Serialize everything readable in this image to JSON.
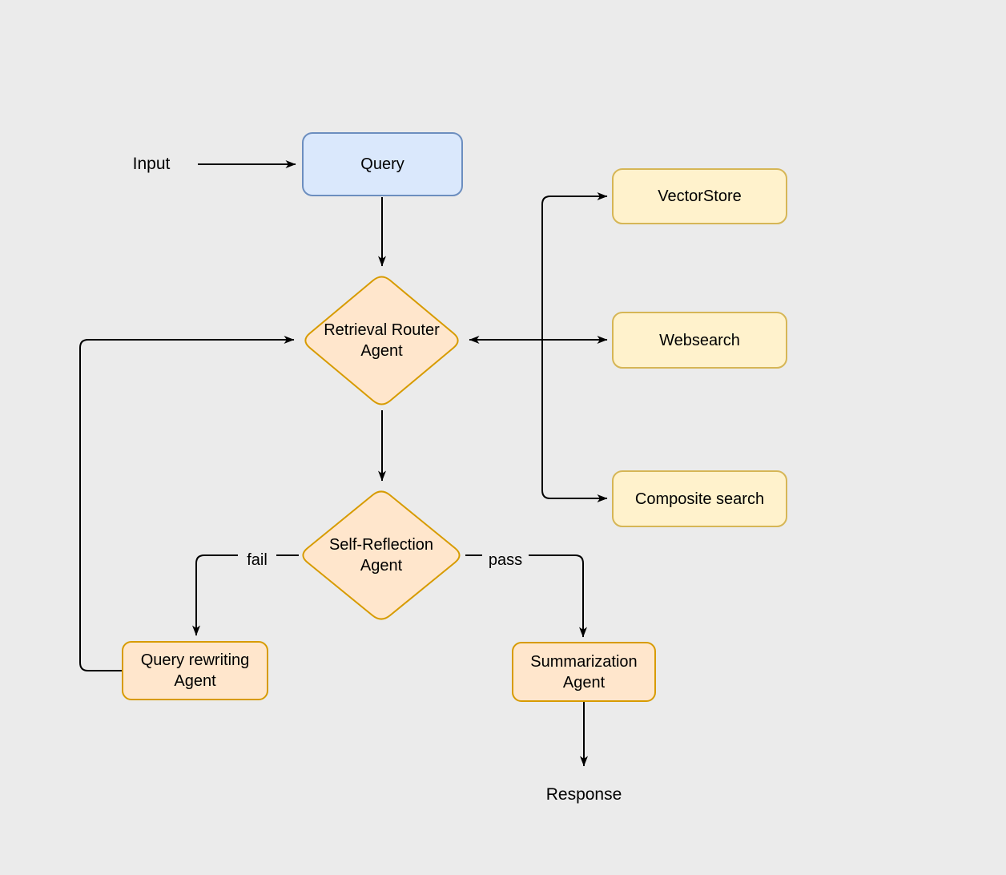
{
  "diagram": {
    "background": "#ebebeb",
    "edge_color": "#000000",
    "labels": {
      "input": "Input",
      "response": "Response",
      "fail": "fail",
      "pass": "pass"
    },
    "nodes": {
      "query": {
        "label": "Query",
        "fill": "#dae8fc",
        "stroke": "#6c8ebf"
      },
      "retrieval_router_agent": {
        "label": "Retrieval Router\nAgent",
        "fill": "#ffe6cc",
        "stroke": "#d79b00"
      },
      "self_reflection_agent": {
        "label": "Self-Reflection\nAgent",
        "fill": "#ffe6cc",
        "stroke": "#d79b00"
      },
      "vectorstore": {
        "label": "VectorStore",
        "fill": "#fff2cc",
        "stroke": "#d6b656"
      },
      "websearch": {
        "label": "Websearch",
        "fill": "#fff2cc",
        "stroke": "#d6b656"
      },
      "composite_search": {
        "label": "Composite search",
        "fill": "#fff2cc",
        "stroke": "#d6b656"
      },
      "query_rewriting_agent": {
        "label": "Query rewriting\nAgent",
        "fill": "#ffe6cc",
        "stroke": "#d79b00"
      },
      "summarization_agent": {
        "label": "Summarization\nAgent",
        "fill": "#ffe6cc",
        "stroke": "#d79b00"
      }
    }
  }
}
